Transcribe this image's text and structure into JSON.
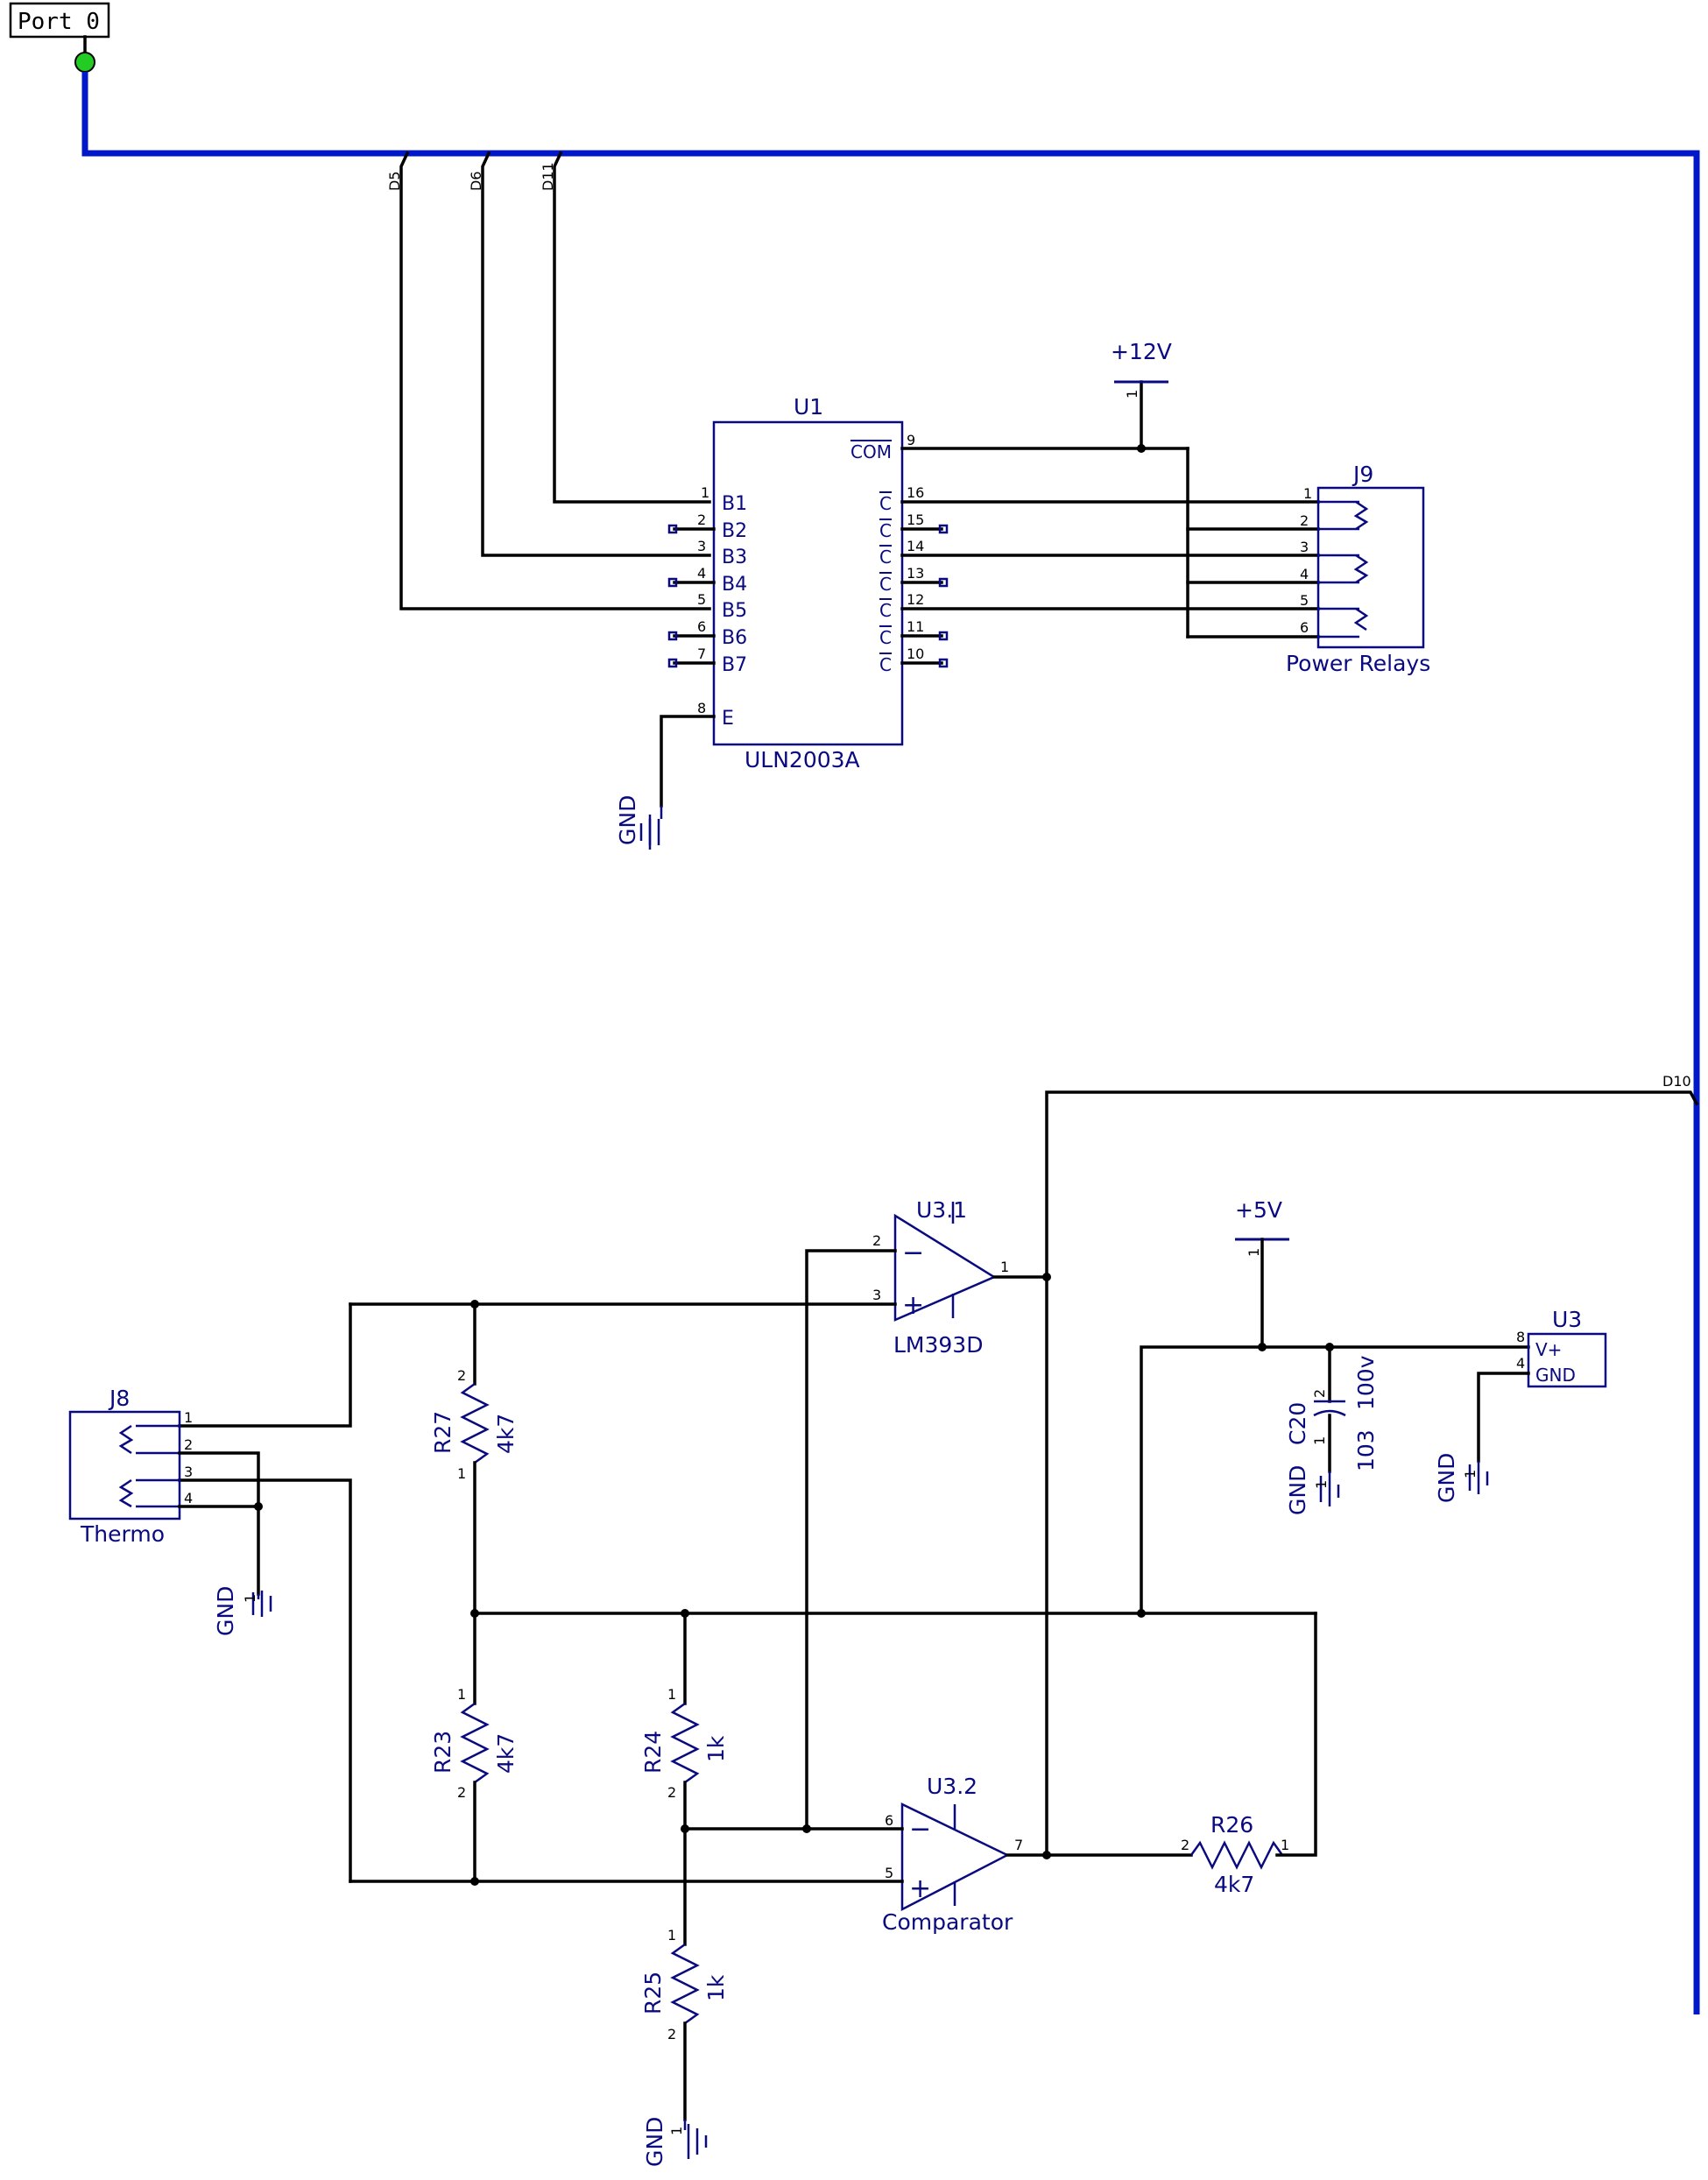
{
  "port": {
    "label": "Port 0"
  },
  "bus_taps": {
    "d5": "D5",
    "d6": "D6",
    "d11": "D11",
    "d10": "D10"
  },
  "u1": {
    "ref": "U1",
    "part": "ULN2003A",
    "inputs": [
      "B1",
      "B2",
      "B3",
      "B4",
      "B5",
      "B6",
      "B7"
    ],
    "input_pins": [
      "1",
      "2",
      "3",
      "4",
      "5",
      "6",
      "7"
    ],
    "enable": "E",
    "enable_pin": "8",
    "com": "COM",
    "com_pin": "9",
    "outputs": [
      "C",
      "C",
      "C",
      "C",
      "C",
      "C",
      "C"
    ],
    "output_pins": [
      "16",
      "15",
      "14",
      "13",
      "12",
      "11",
      "10"
    ]
  },
  "power": {
    "v12": "+12V",
    "v5": "+5V",
    "gnd": "GND",
    "pin1": "1"
  },
  "j9": {
    "ref": "J9",
    "name": "Power Relays",
    "pins": [
      "1",
      "2",
      "3",
      "4",
      "5",
      "6"
    ]
  },
  "j8": {
    "ref": "J8",
    "name": "Thermo",
    "pins": [
      "1",
      "2",
      "3",
      "4"
    ]
  },
  "u3_1": {
    "ref": "U3.1",
    "part": "LM393D",
    "inv_pin": "2",
    "noninv_pin": "3",
    "out_pin": "1"
  },
  "u3_2": {
    "ref": "U3.2",
    "part": "Comparator",
    "inv_pin": "6",
    "noninv_pin": "5",
    "out_pin": "7"
  },
  "u3": {
    "ref": "U3",
    "vplus": "V+",
    "gnd": "GND",
    "vplus_pin": "8",
    "gnd_pin": "4"
  },
  "r27": {
    "ref": "R27",
    "value": "4k7",
    "pin_a": "2",
    "pin_b": "1"
  },
  "r23": {
    "ref": "R23",
    "value": "4k7",
    "pin_a": "1",
    "pin_b": "2"
  },
  "r24": {
    "ref": "R24",
    "value": "1k",
    "pin_a": "1",
    "pin_b": "2"
  },
  "r25": {
    "ref": "R25",
    "value": "1k",
    "pin_a": "1",
    "pin_b": "2"
  },
  "r26": {
    "ref": "R26",
    "value": "4k7",
    "pin_a": "2",
    "pin_b": "1"
  },
  "c20": {
    "ref": "C20",
    "value": "103",
    "voltage": "100v",
    "pin_a": "2",
    "pin_b": "1"
  },
  "colors": {
    "wire": "#000000",
    "bus": "#0018c8",
    "component": "#0a0a80",
    "port_led": "#22cc22"
  }
}
